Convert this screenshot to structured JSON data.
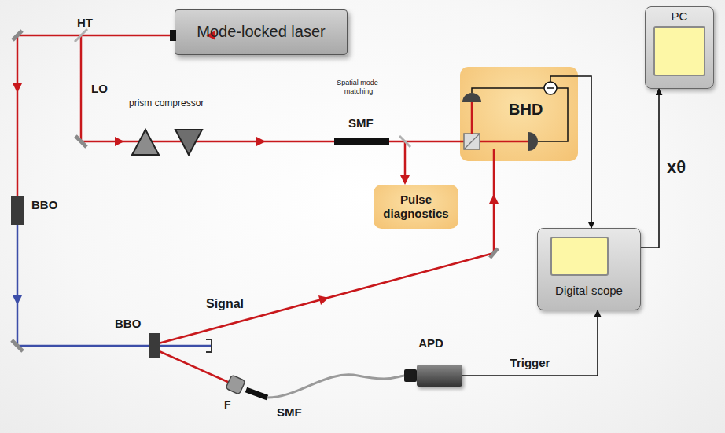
{
  "diagram": {
    "nodes": [
      {
        "text": [
          "Mode-locked laser"
        ]
      },
      {
        "text": [
          "PC"
        ]
      },
      {
        "text": [
          "BHD"
        ]
      },
      {
        "text": [
          "Pulse diagnostics"
        ]
      },
      {
        "text": [
          "Digital scope"
        ]
      },
      {
        "text": [
          "APD"
        ]
      }
    ],
    "edges": [
      {
        "from": 2,
        "to": 4,
        "arrow": "to"
      },
      {
        "from": 4,
        "to": 1,
        "label": "xθ",
        "arrow": "to"
      },
      {
        "from": 5,
        "to": 4,
        "label": "Trigger",
        "arrow": "to"
      }
    ],
    "labels": [
      "HT",
      "LO",
      "prism compressor",
      "Spatial mode-matching",
      "SMF",
      "BBO",
      "BBO",
      "Signal",
      "F",
      "SMF"
    ]
  }
}
